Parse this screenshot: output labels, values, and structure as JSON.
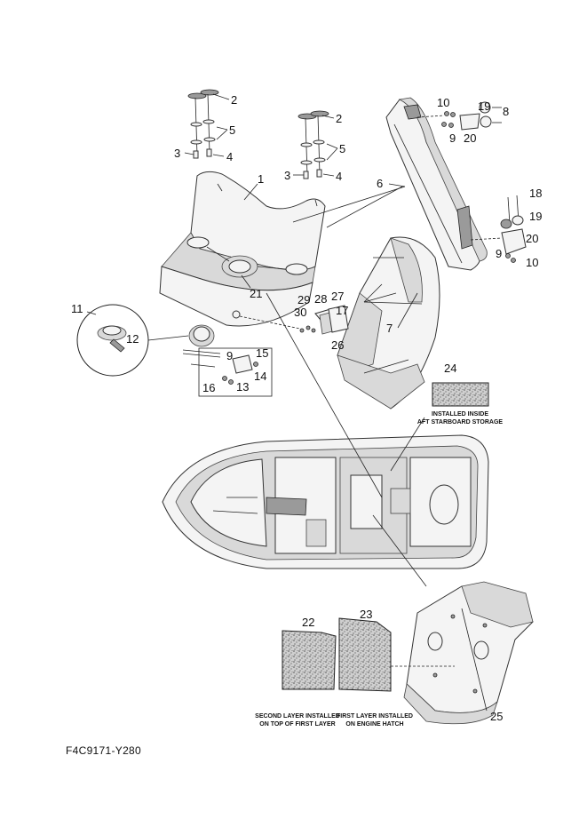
{
  "diagram": {
    "reference_code": "F4C9171-Y280",
    "captions": {
      "mat_24_line1": "INSTALLED INSIDE",
      "mat_24_line2": "AFT STARBOARD STORAGE",
      "mat_22_line1": "SECOND LAYER INSTALLED",
      "mat_22_line2": "ON TOP OF FIRST LAYER",
      "mat_23_line1": "FIRST LAYER INSTALLED",
      "mat_23_line2": "ON ENGINE HATCH"
    },
    "callouts": {
      "c1": "1",
      "c2a": "2",
      "c2b": "2",
      "c3a": "3",
      "c3b": "3",
      "c4a": "4",
      "c4b": "4",
      "c5a": "5",
      "c5b": "5",
      "c6": "6",
      "c7": "7",
      "c8": "8",
      "c9a": "9",
      "c9b": "9",
      "c9c": "9",
      "c10a": "10",
      "c10b": "10",
      "c11": "11",
      "c12": "12",
      "c13": "13",
      "c14": "14",
      "c15": "15",
      "c16": "16",
      "c17": "17",
      "c18": "18",
      "c19a": "19",
      "c19b": "19",
      "c20a": "20",
      "c20b": "20",
      "c21": "21",
      "c22": "22",
      "c23": "23",
      "c24": "24",
      "c25": "25",
      "c26": "26",
      "c27": "27",
      "c28": "28",
      "c29": "29",
      "c30": "30"
    }
  }
}
